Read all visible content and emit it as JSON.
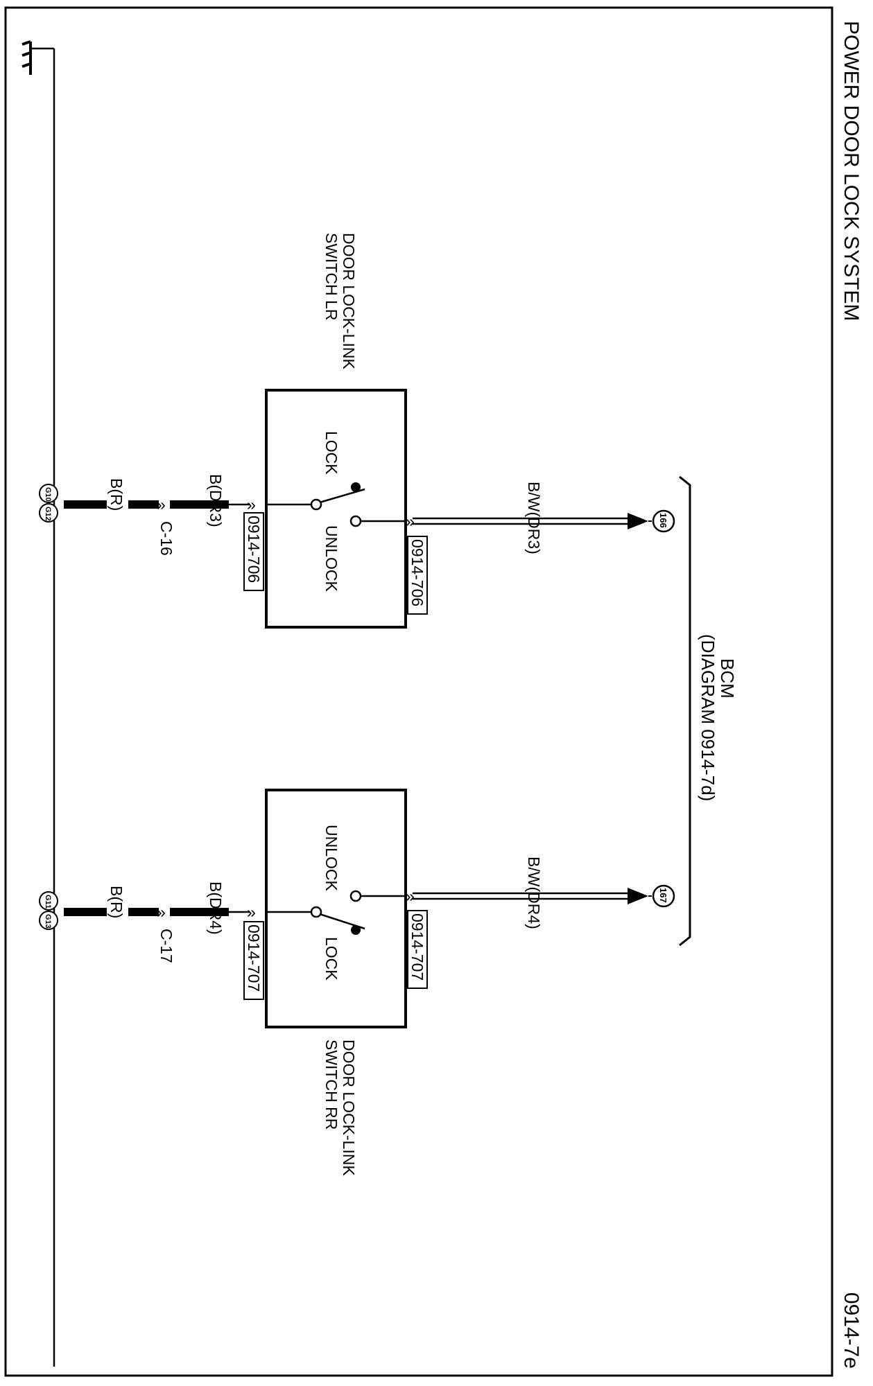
{
  "page": {
    "title": "POWER DOOR LOCK SYSTEM",
    "diagram_code": "0914-7e"
  },
  "bcm": {
    "name": "BCM",
    "reference": "(DIAGRAM  0914-7d)",
    "terminals": [
      "166",
      "167"
    ]
  },
  "switches": [
    {
      "name_line1": "DOOR LOCK-LINK",
      "name_line2": "SWITCH LR",
      "contact_a": "LOCK",
      "contact_b": "UNLOCK",
      "connector_top": "0914-706",
      "connector_bottom": "0914-706",
      "wire_top": "B/W(DR3)",
      "wire_bottom": "B(DR3)",
      "wire_ground": "B(R)",
      "harness_connector": "C-16",
      "ground_splices": [
        "G10",
        "G12"
      ]
    },
    {
      "name_line1": "DOOR LOCK-LINK",
      "name_line2": "SWITCH RR",
      "contact_a": "UNLOCK",
      "contact_b": "LOCK",
      "connector_top": "0914-707",
      "connector_bottom": "0914-707",
      "wire_top": "B/W(DR4)",
      "wire_bottom": "B(DR4)",
      "wire_ground": "B(R)",
      "harness_connector": "C-17",
      "ground_splices": [
        "G11",
        "G13"
      ]
    }
  ]
}
